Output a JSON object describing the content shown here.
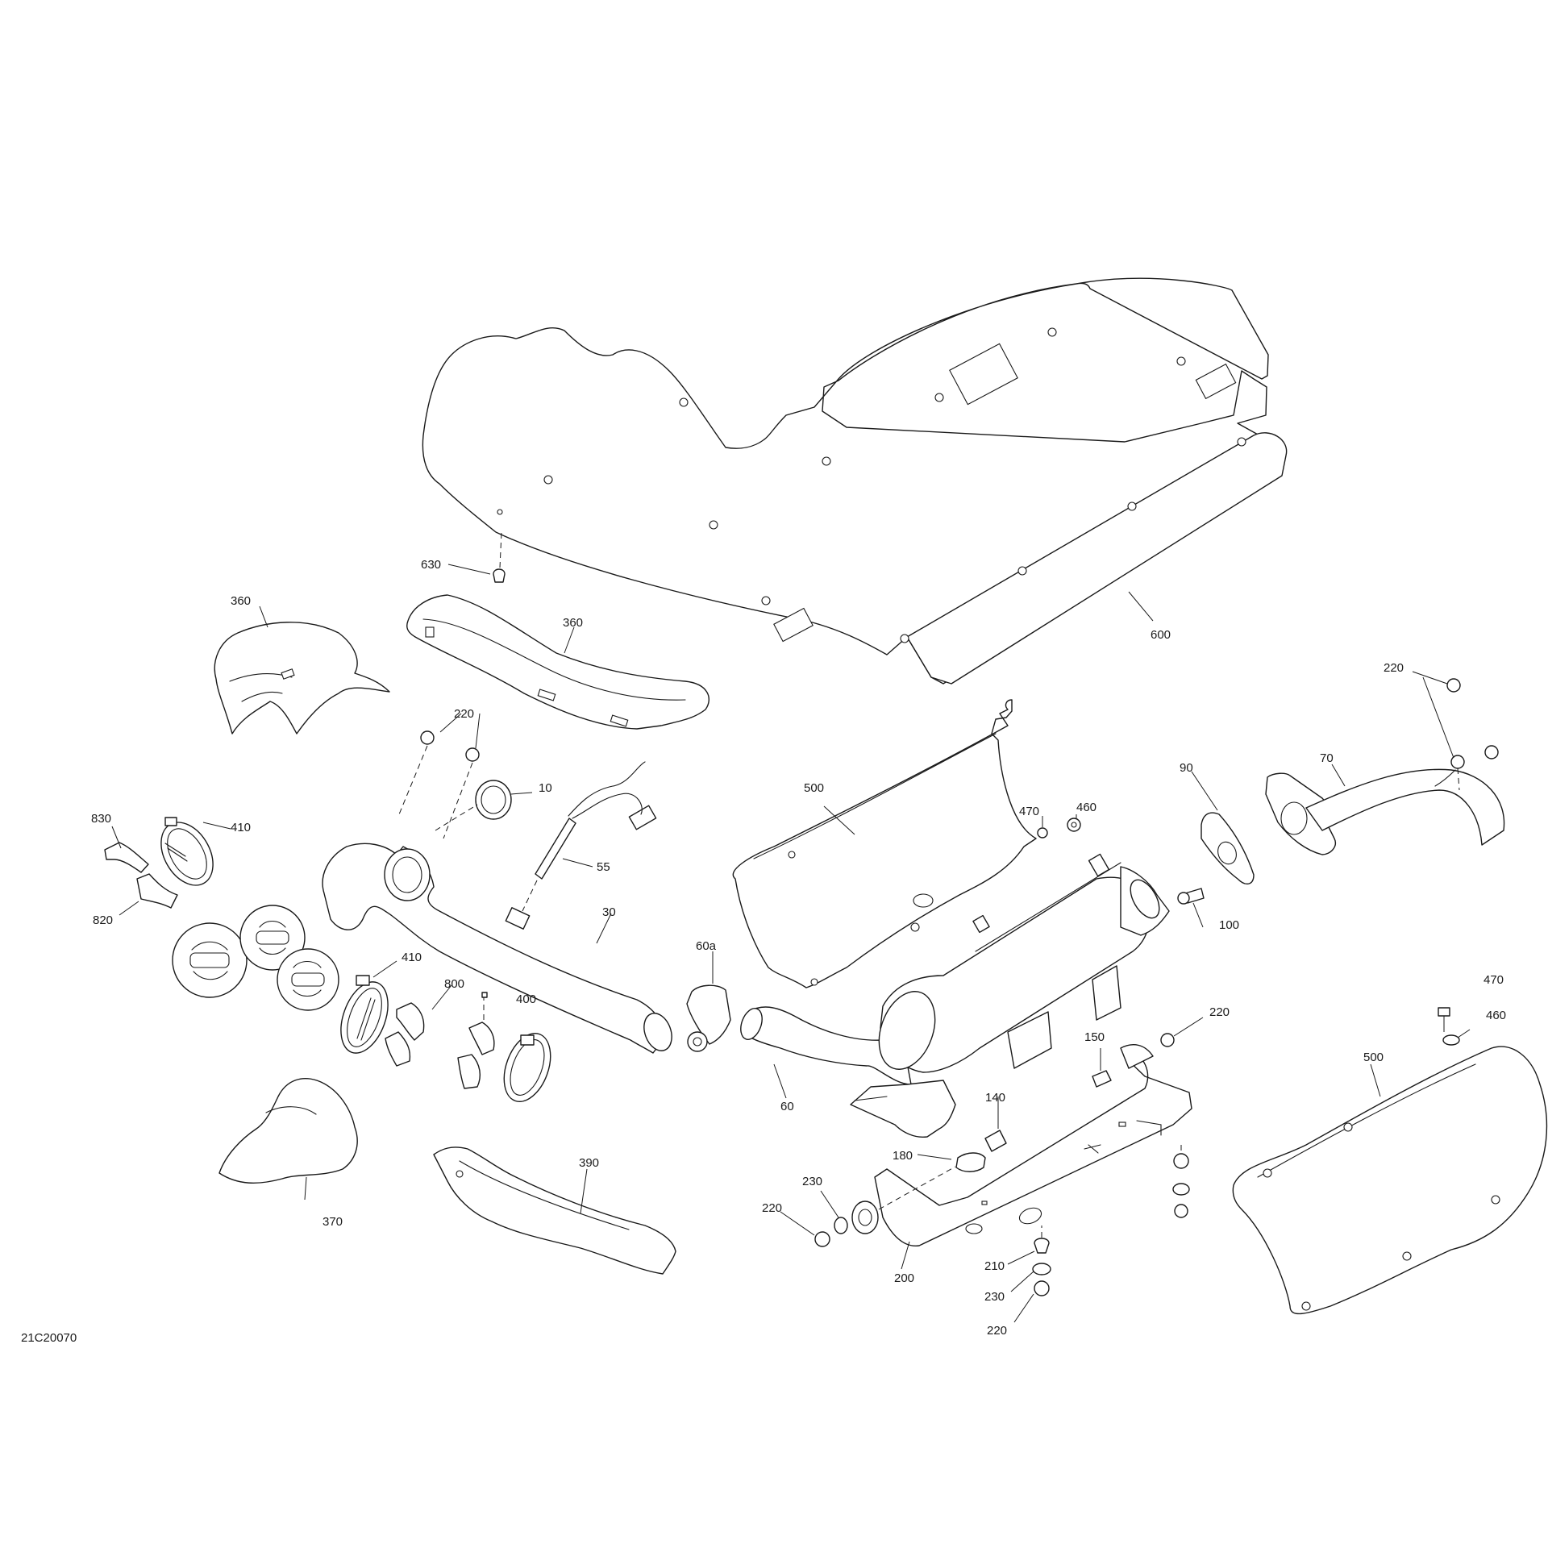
{
  "drawing_number": "21C20070",
  "callouts": [
    {
      "id": "c-630",
      "label": "630"
    },
    {
      "id": "c-600",
      "label": "600"
    },
    {
      "id": "c-360-left",
      "label": "360"
    },
    {
      "id": "c-360-center",
      "label": "360"
    },
    {
      "id": "c-220-top",
      "label": "220"
    },
    {
      "id": "c-10",
      "label": "10"
    },
    {
      "id": "c-55",
      "label": "55"
    },
    {
      "id": "c-830",
      "label": "830"
    },
    {
      "id": "c-410-top",
      "label": "410"
    },
    {
      "id": "c-820",
      "label": "820"
    },
    {
      "id": "c-410-mid",
      "label": "410"
    },
    {
      "id": "c-800",
      "label": "800"
    },
    {
      "id": "c-400",
      "label": "400"
    },
    {
      "id": "c-30",
      "label": "30"
    },
    {
      "id": "c-60a",
      "label": "60a"
    },
    {
      "id": "c-60",
      "label": "60"
    },
    {
      "id": "c-500-top",
      "label": "500"
    },
    {
      "id": "c-470-top",
      "label": "470"
    },
    {
      "id": "c-460-top",
      "label": "460"
    },
    {
      "id": "c-90",
      "label": "90"
    },
    {
      "id": "c-70",
      "label": "70"
    },
    {
      "id": "c-220-right",
      "label": "220"
    },
    {
      "id": "c-100",
      "label": "100"
    },
    {
      "id": "c-220-mid",
      "label": "220"
    },
    {
      "id": "c-150",
      "label": "150"
    },
    {
      "id": "c-140",
      "label": "140"
    },
    {
      "id": "c-180",
      "label": "180"
    },
    {
      "id": "c-230-left",
      "label": "230"
    },
    {
      "id": "c-220-left",
      "label": "220"
    },
    {
      "id": "c-200",
      "label": "200"
    },
    {
      "id": "c-210",
      "label": "210"
    },
    {
      "id": "c-230-bottom",
      "label": "230"
    },
    {
      "id": "c-220-bottom",
      "label": "220"
    },
    {
      "id": "c-470-right",
      "label": "470"
    },
    {
      "id": "c-460-right",
      "label": "460"
    },
    {
      "id": "c-500-right",
      "label": "500"
    },
    {
      "id": "c-370",
      "label": "370"
    },
    {
      "id": "c-390",
      "label": "390"
    }
  ]
}
